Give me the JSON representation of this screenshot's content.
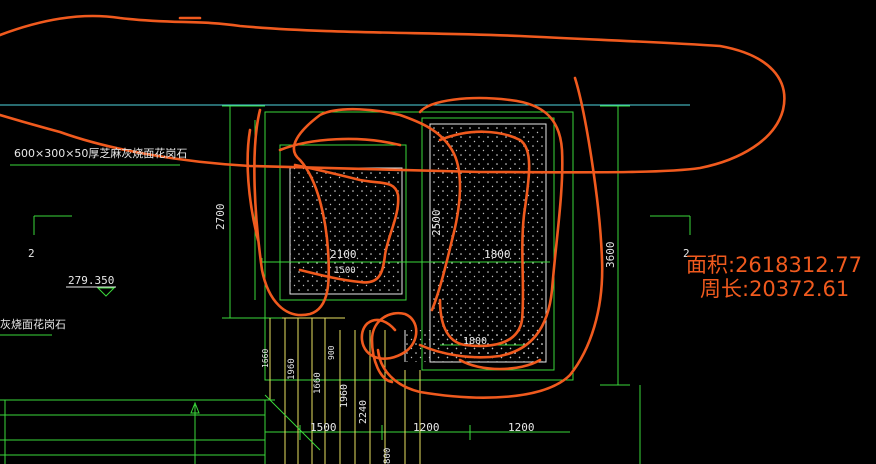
{
  "colors": {
    "background": "#000000",
    "cyan": "#4fd6e0",
    "green": "#3ad83a",
    "white": "#e8e8e8",
    "yellow": "#e8e060",
    "markup": "#f05a1e"
  },
  "labels": {
    "material_top": "600×300×50厚芝麻灰烧面花岗石",
    "material_left": "灰烧面花岗石",
    "elevation": "279.350",
    "section_left": "2",
    "section_right": "2"
  },
  "dimensions": {
    "d2700": "2700",
    "d2100": "2100",
    "d1500": "1500",
    "d2500": "2500",
    "d1800a": "1800",
    "d1800b": "1800",
    "d3600": "3600",
    "bot1500": "1500",
    "bot1200a": "1200",
    "bot1200b": "1200",
    "v1960": "1960",
    "v2240": "2240",
    "v1660": "1660",
    "v1960b": "1960",
    "v900": "900",
    "v1660b": "1660",
    "v800": "800"
  },
  "annotation": {
    "area": "面积:2618312.77",
    "perimeter": "周长:20372.61"
  }
}
